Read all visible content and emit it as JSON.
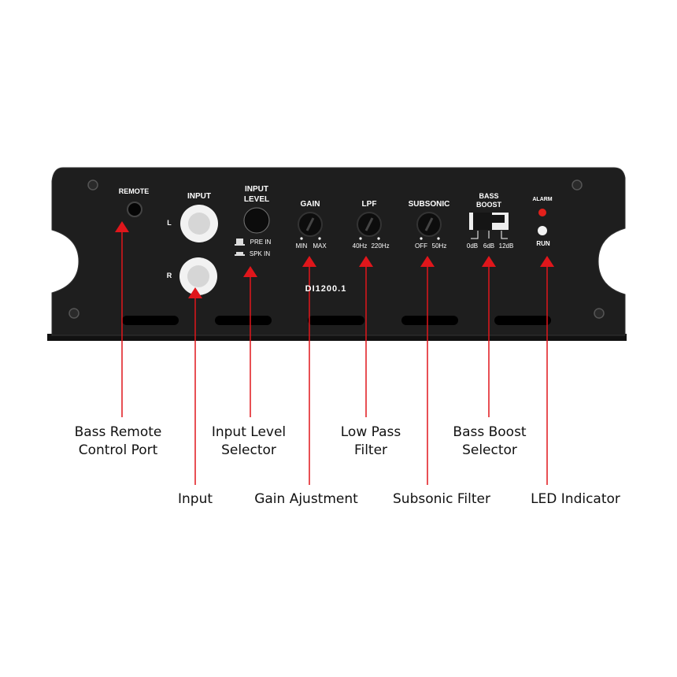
{
  "panel": {
    "model": "DI1200.1",
    "remote": "REMOTE",
    "input": {
      "title": "INPUT",
      "left": "L",
      "right": "R"
    },
    "input_level": {
      "title_line1": "INPUT",
      "title_line2": "LEVEL",
      "pre_in": "PRE IN",
      "spk_in": "SPK IN"
    },
    "gain": {
      "title": "GAIN",
      "min": "MIN",
      "max": "MAX"
    },
    "lpf": {
      "title": "LPF",
      "low": "40Hz",
      "high": "220Hz"
    },
    "subsonic": {
      "title": "SUBSONIC",
      "low": "OFF",
      "high": "50Hz"
    },
    "bass_boost": {
      "title_line1": "BASS",
      "title_line2": "BOOST",
      "opt0": "0dB",
      "opt1": "6dB",
      "opt2": "12dB"
    },
    "led": {
      "alarm": "ALARM",
      "run": "RUN"
    }
  },
  "callouts": {
    "remote": {
      "line1": "Bass Remote",
      "line2": "Control Port"
    },
    "input": {
      "line1": "Input"
    },
    "input_level": {
      "line1": "Input Level",
      "line2": "Selector"
    },
    "gain": {
      "line1": "Gain Ajustment"
    },
    "lpf": {
      "line1": "Low Pass",
      "line2": "Filter"
    },
    "subsonic": {
      "line1": "Subsonic Filter"
    },
    "bass_boost": {
      "line1": "Bass Boost",
      "line2": "Selector"
    },
    "led": {
      "line1": "LED Indicator"
    }
  },
  "colors": {
    "panel": "#1c1c1c",
    "arrow": "#e0161b",
    "alarm_led": "#e3201b"
  }
}
